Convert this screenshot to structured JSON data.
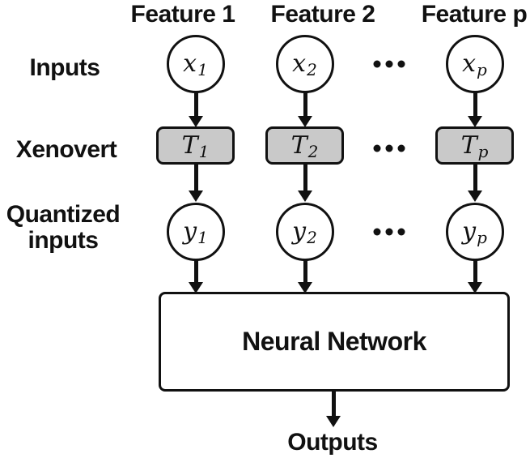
{
  "diagram": {
    "title_rows": {
      "inputs": "Inputs",
      "xenovert": "Xenovert",
      "quantized_line1": "Quantized",
      "quantized_line2": "inputs"
    },
    "columns": [
      {
        "feature": "Feature 1",
        "input": {
          "base": "x",
          "sub": "1"
        },
        "transform": {
          "base": "T",
          "sub": "1"
        },
        "quantized": {
          "base": "y",
          "sub": "1"
        }
      },
      {
        "feature": "Feature 2",
        "input": {
          "base": "x",
          "sub": "2"
        },
        "transform": {
          "base": "T",
          "sub": "2"
        },
        "quantized": {
          "base": "y",
          "sub": "2"
        }
      },
      {
        "feature": "Feature p",
        "input": {
          "base": "x",
          "sub": "p"
        },
        "transform": {
          "base": "T",
          "sub": "p"
        },
        "quantized": {
          "base": "y",
          "sub": "p"
        }
      }
    ],
    "network_label": "Neural Network",
    "outputs_label": "Outputs",
    "colors": {
      "node_fill": "#c9c9c9",
      "stroke": "#111111",
      "background": "#ffffff"
    }
  }
}
